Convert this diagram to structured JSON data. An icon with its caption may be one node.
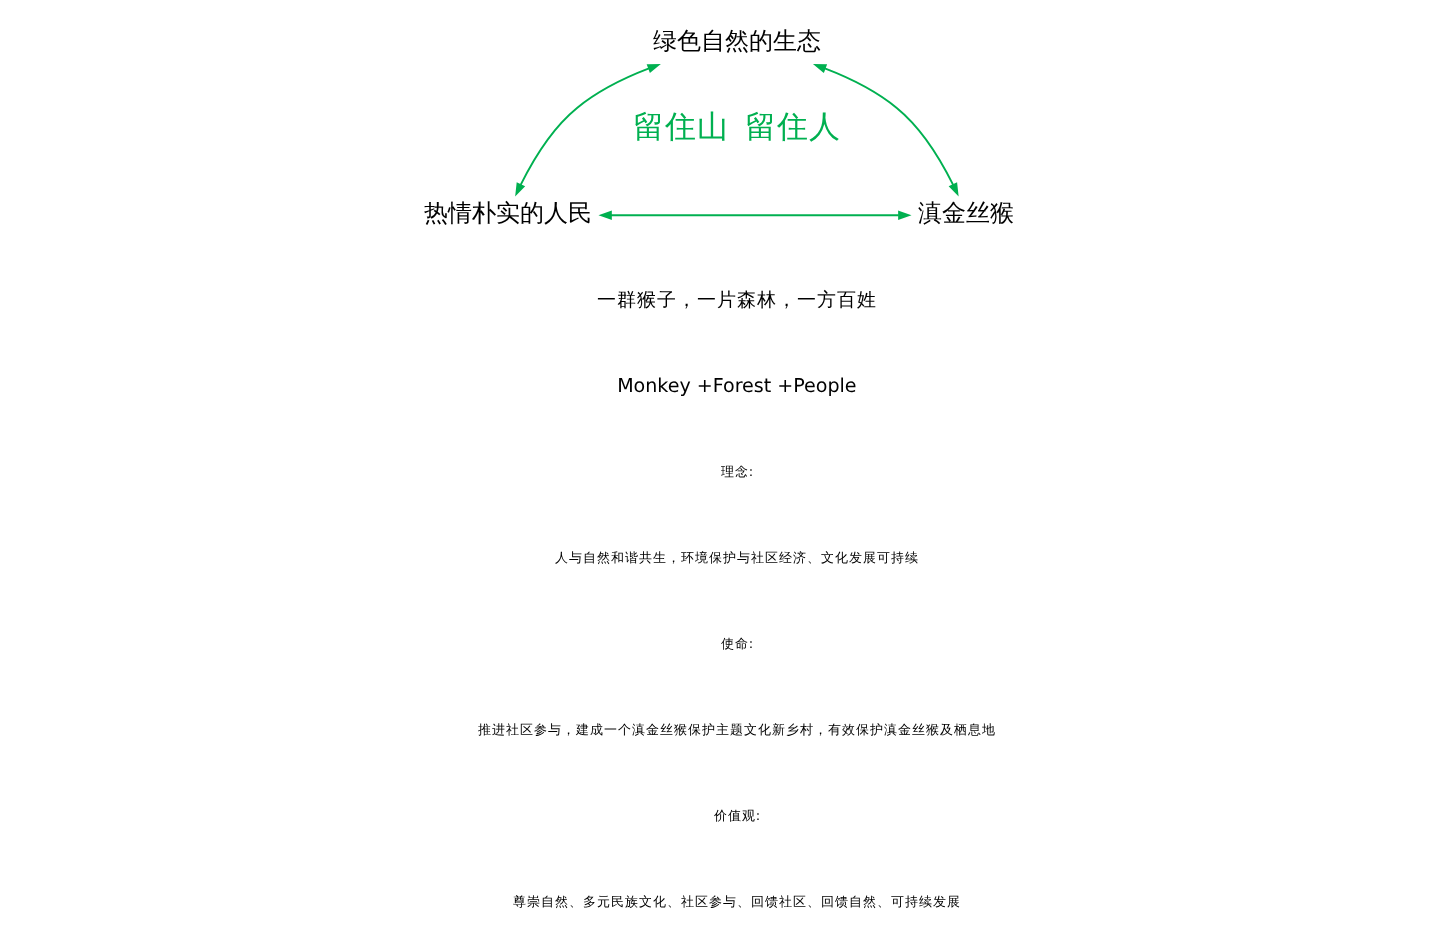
{
  "diagram": {
    "nodes": [
      {
        "text": [
          "绿色自然的生态"
        ]
      },
      {
        "text": [
          "滇金丝猴"
        ]
      },
      {
        "text": [
          "热情朴实的人民"
        ]
      }
    ],
    "edges": [
      {
        "from": 1,
        "to": 0,
        "arrow": "both"
      },
      {
        "from": 0,
        "to": 2,
        "arrow": "both"
      },
      {
        "from": 1,
        "to": 2,
        "arrow": "both"
      }
    ],
    "labels": [
      "留住山  留住人",
      "一群猴子，一片森林，一方百姓",
      "Monkey +Forest +People",
      "理念:",
      "人与自然和谐共生，环境保护与社区经济、文化发展可持续",
      "使命:",
      "推进社区参与，建成一个滇金丝猴保护主题文化新乡村，有效保护滇金丝猴及栖息地",
      "价值观:",
      "尊崇自然、多元民族文化、社区参与、回馈社区、回馈自然、可持续发展"
    ]
  }
}
